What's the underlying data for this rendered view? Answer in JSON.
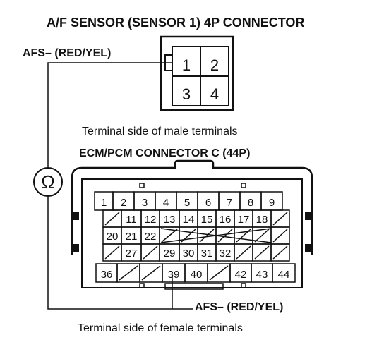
{
  "sensor_connector": {
    "title": "A/F SENSOR (SENSOR 1) 4P CONNECTOR",
    "wire_label": "AFS– (RED/YEL)",
    "terminals": [
      "1",
      "2",
      "3",
      "4"
    ],
    "caption": "Terminal side of male terminals"
  },
  "ecm_connector": {
    "title": "ECM/PCM CONNECTOR C (44P)",
    "rows": [
      [
        "1",
        "2",
        "3",
        "4",
        "5",
        "6",
        "7",
        "8",
        "9"
      ],
      [
        "",
        "11",
        "12",
        "13",
        "14",
        "15",
        "16",
        "17",
        "18",
        ""
      ],
      [
        "20",
        "21",
        "22",
        "",
        "",
        "",
        "",
        "",
        "",
        ""
      ],
      [
        "",
        "27",
        "",
        "29",
        "30",
        "31",
        "32",
        "",
        "",
        ""
      ],
      [
        "36",
        "",
        "",
        "39",
        "40",
        "",
        "42",
        "43",
        "44"
      ]
    ],
    "wire_label": "AFS– (RED/YEL)",
    "caption": "Terminal side of female terminals"
  },
  "meter": {
    "symbol": "Ω"
  }
}
